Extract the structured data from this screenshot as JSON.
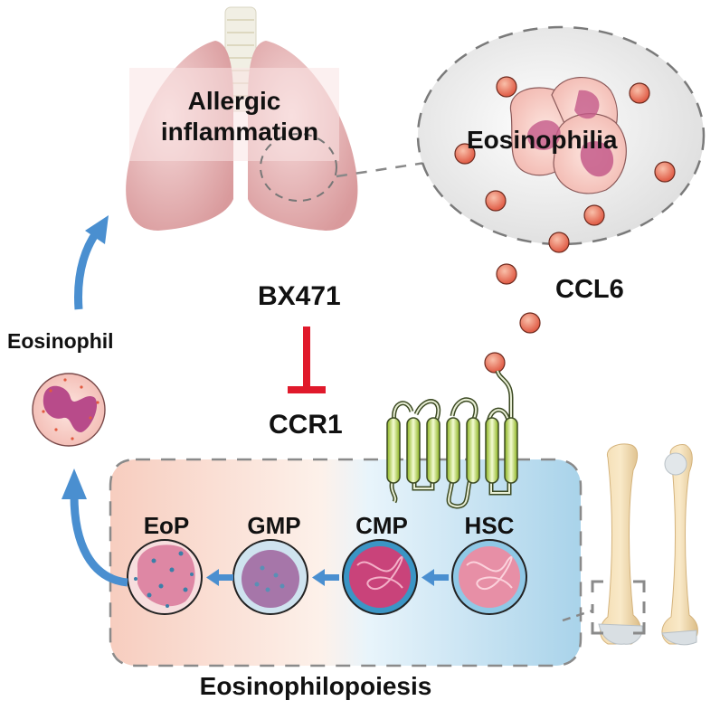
{
  "figure": {
    "title_top_left": "Allergic inflammation",
    "labels": {
      "allergic_line1": "Allergic",
      "allergic_line2": "inflammation",
      "eosinophilia": "Eosinophilia",
      "ccl6": "CCL6",
      "bx471": "BX471",
      "ccr1": "CCR1",
      "eosinophil": "Eosinophil",
      "eosinophilopoiesis": "Eosinophilopoiesis"
    },
    "lineage": [
      {
        "name": "EoP",
        "kind": "eosinophil-progenitor"
      },
      {
        "name": "GMP",
        "kind": "granulocyte-monocyte-progenitor"
      },
      {
        "name": "CMP",
        "kind": "common-myeloid-progenitor"
      },
      {
        "name": "HSC",
        "kind": "hematopoietic-stem-cell"
      }
    ],
    "colors": {
      "arrow_blue": "#4a8fd0",
      "inhibit_red": "#e0192b",
      "chemokine": "#e8705a",
      "receptor_green": "#a8cf2e",
      "lung_pink": "#e8b4b4",
      "bone": "#edd3a4",
      "bm_left": "#f7cdbf",
      "bm_right": "#a9d3ea",
      "dash_gray": "#8a8a8a"
    }
  }
}
